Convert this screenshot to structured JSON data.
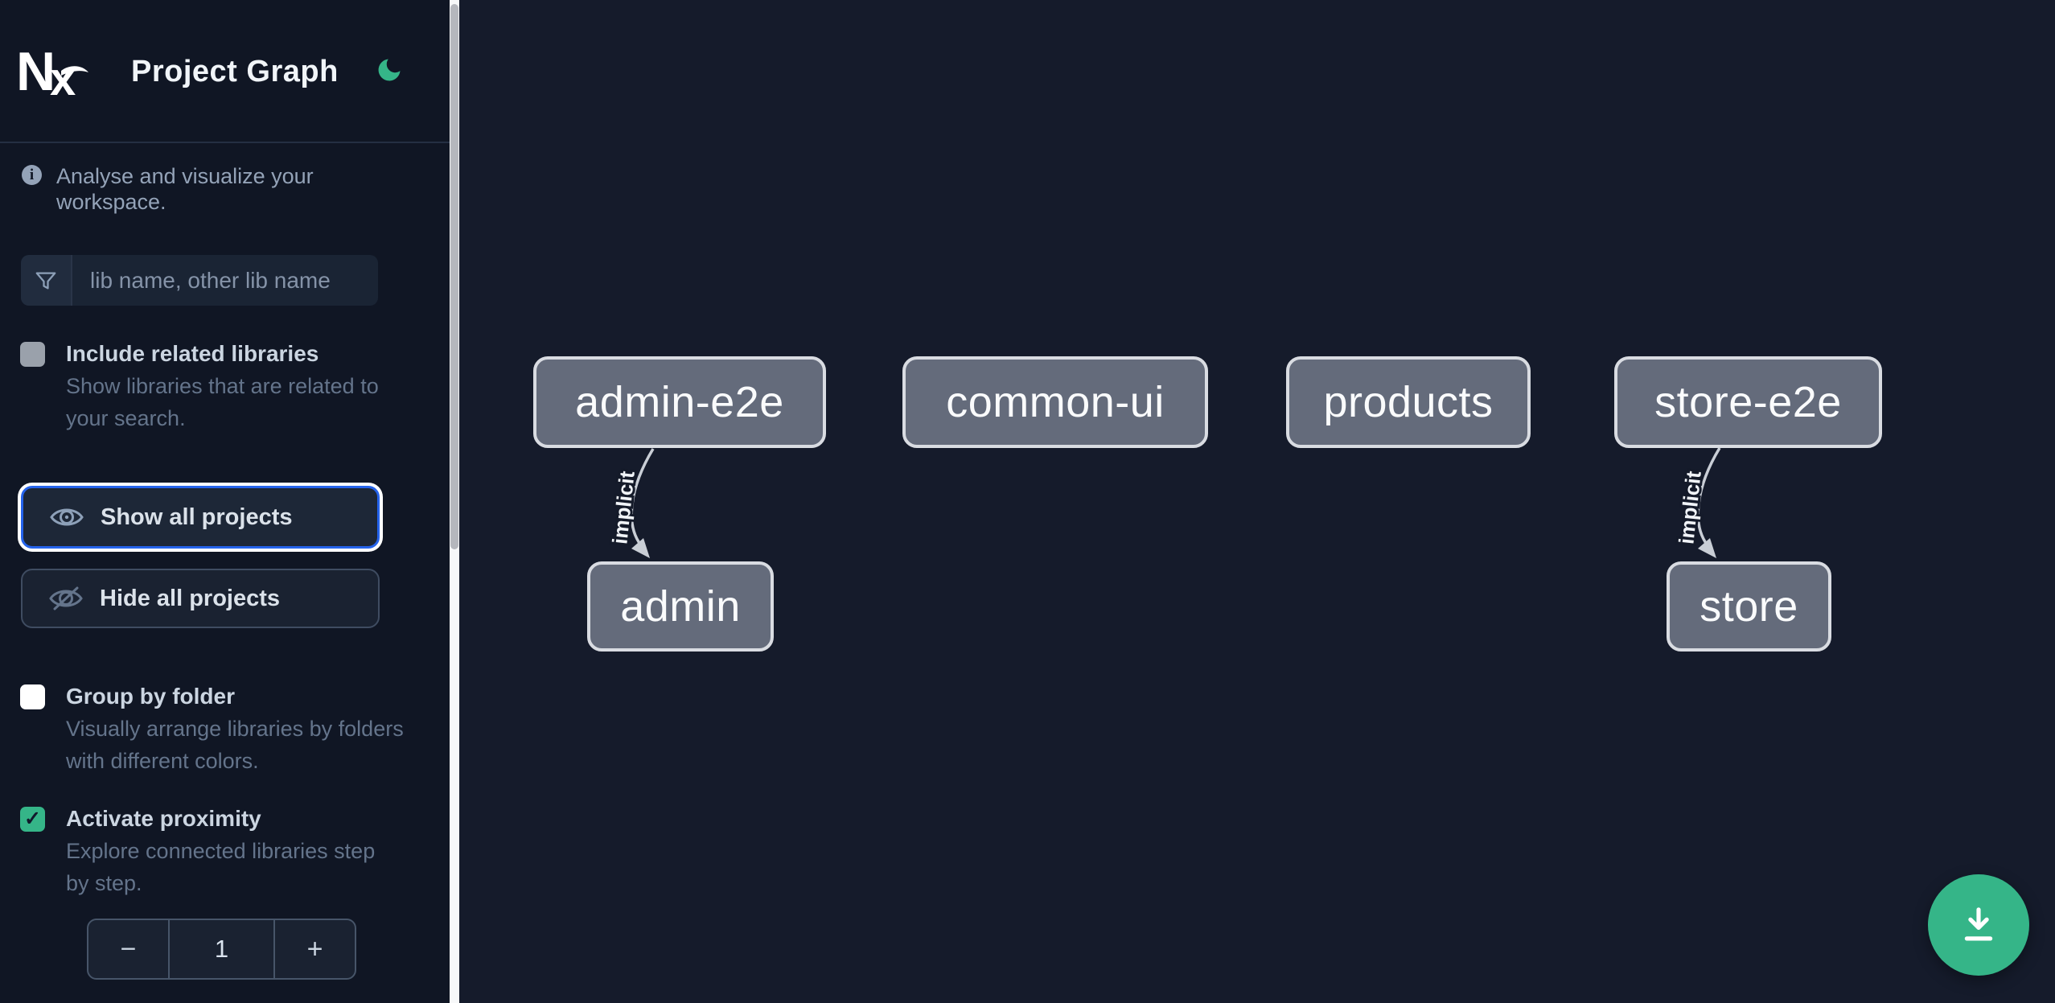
{
  "app": {
    "logo_text": "Nx",
    "title": "Project Graph"
  },
  "sidebar": {
    "tagline": "Analyse and visualize your workspace.",
    "search": {
      "placeholder": "lib name, other lib name"
    },
    "actions": [
      {
        "label": "Show all projects",
        "focused": true
      },
      {
        "label": "Hide all projects",
        "focused": false
      }
    ],
    "options": [
      {
        "label": "Include related libraries",
        "description": "Show libraries that are related to your search.",
        "checked": false
      },
      {
        "label": "Group by folder",
        "description": "Visually arrange libraries by folders with different colors.",
        "checked": false
      },
      {
        "label": "Activate proximity",
        "description": "Explore connected libraries step by step.",
        "checked": true
      }
    ],
    "stepper": {
      "decrement_label": "−",
      "value": "1",
      "increment_label": "+"
    }
  },
  "graph": {
    "nodes": [
      {
        "label": "admin-e2e"
      },
      {
        "label": "common-ui"
      },
      {
        "label": "products"
      },
      {
        "label": "store-e2e"
      },
      {
        "label": "admin"
      },
      {
        "label": "store"
      }
    ],
    "edges": [
      {
        "source": "admin-e2e",
        "target": "admin",
        "label": "implicit"
      },
      {
        "source": "store-e2e",
        "target": "store",
        "label": "implicit"
      }
    ]
  },
  "icons": {
    "check": "✓",
    "info": "i"
  },
  "colors": {
    "sidebar_bg": "#101624",
    "canvas_bg": "#151b2b",
    "accent_green": "#35b588",
    "focus_blue": "#2563eb",
    "node_fill": "#646b7b",
    "node_border": "#d9dce2",
    "edge": "#c9ced6"
  }
}
